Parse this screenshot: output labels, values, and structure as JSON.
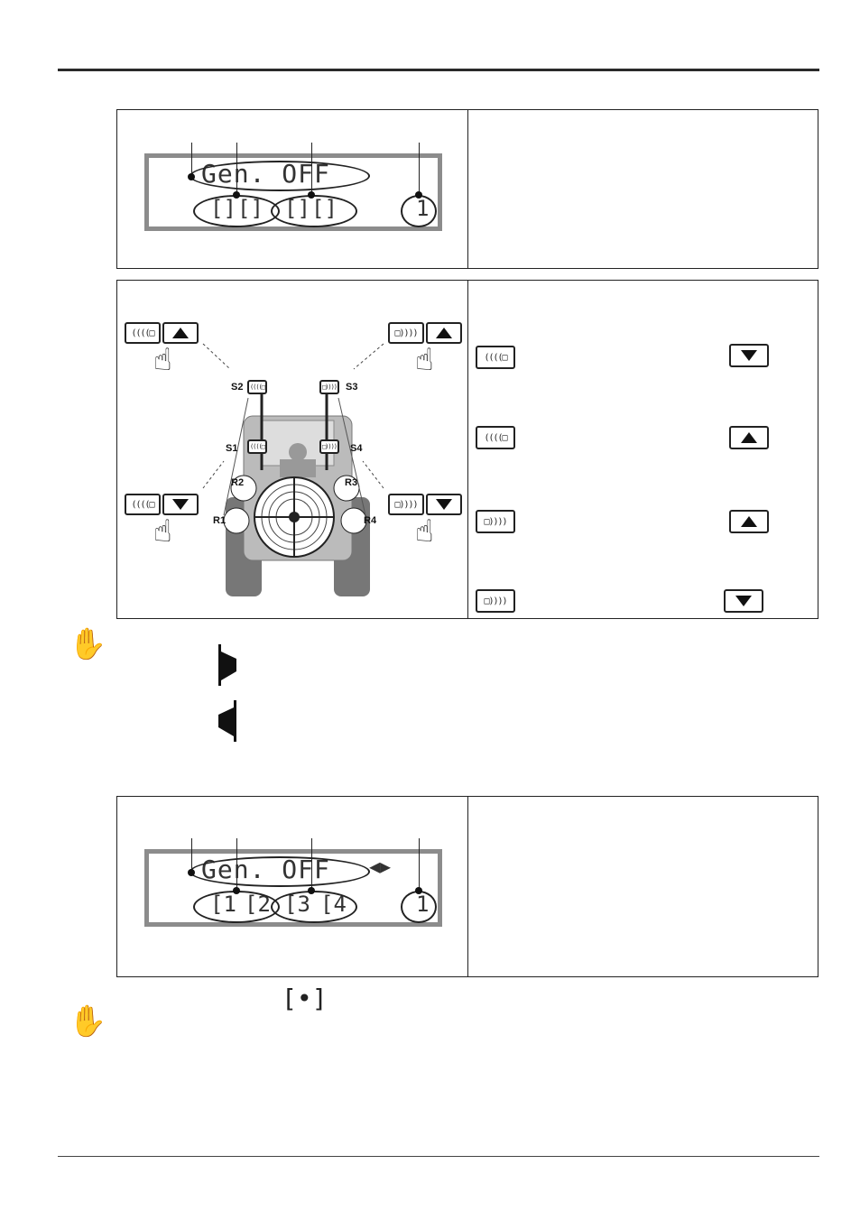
{
  "panel1": {
    "lcd_line1": "Gen.  OFF",
    "lcd_items": [
      "[]",
      "[]",
      "[]",
      "[]"
    ],
    "lcd_number": "1"
  },
  "panel2": {
    "labels": {
      "s1": "S1",
      "s2": "S2",
      "s3": "S3",
      "s4": "S4",
      "r1": "R1",
      "r2": "R2",
      "r3": "R3",
      "r4": "R4"
    },
    "left_wave": "((((□",
    "right_wave": "□))))",
    "icons": [
      "left-wave-icon",
      "right-wave-icon",
      "arrow-up-icon",
      "arrow-down-icon",
      "pointing-hand-icon",
      "tractor-rear-icon",
      "fan-icon"
    ]
  },
  "notes": {
    "icon1": "hand-caution-icon",
    "icon2": "flag-right-icon",
    "icon3": "flag-left-icon"
  },
  "panel3": {
    "lcd_line1": "Gen.  OFF",
    "lcd_items": [
      "[1",
      "[2",
      "[3",
      "[4"
    ],
    "lcd_number": "1",
    "symbol": "◀▶"
  },
  "note2": {
    "bracket_symbol": "[•]"
  }
}
